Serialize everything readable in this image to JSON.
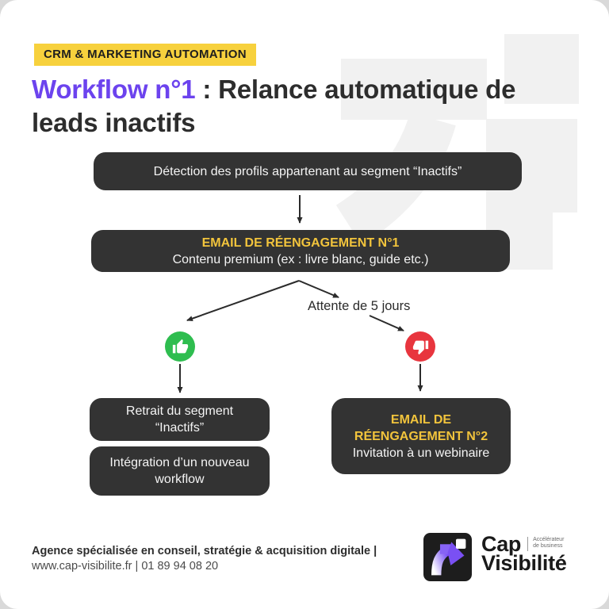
{
  "colors": {
    "badge_bg": "#f7d13d",
    "title_highlight": "#6c43ee",
    "node_bg": "#333333",
    "node_heading": "#f2c43c",
    "thumb_up": "#2ebd4f",
    "thumb_down": "#e8353e",
    "watermark": "#f1f1f1"
  },
  "header": {
    "badge": "CRM & MARKETING AUTOMATION",
    "title_highlight": "Workflow n°1",
    "title_rest": " : Relance automatique de leads inactifs"
  },
  "flow": {
    "detection": "Détection des profils appartenant au segment “Inactifs”",
    "email1": {
      "title": "EMAIL DE RÉENGAGEMENT N°1",
      "subtitle": "Contenu premium (ex : livre blanc, guide etc.)"
    },
    "wait_label": "Attente de 5 jours",
    "positive_icon": "thumbs-up-icon",
    "negative_icon": "thumbs-down-icon",
    "positive_branch": {
      "box1": "Retrait du segment “Inactifs”",
      "box2": "Intégration d’un nouveau workflow"
    },
    "negative_branch": {
      "title_line1": "EMAIL DE",
      "title_line2": "RÉENGAGEMENT N°2",
      "subtitle": "Invitation à un webinaire"
    }
  },
  "footer": {
    "line1": "Agence spécialisée en conseil, stratégie & acquisition digitale |",
    "line2": "www.cap-visibilite.fr | 01 89 94 08 20",
    "logo": {
      "name_line1": "Cap",
      "name_line2": "Visibilité",
      "tagline_line1": "Accélérateur",
      "tagline_line2": "de business"
    }
  }
}
